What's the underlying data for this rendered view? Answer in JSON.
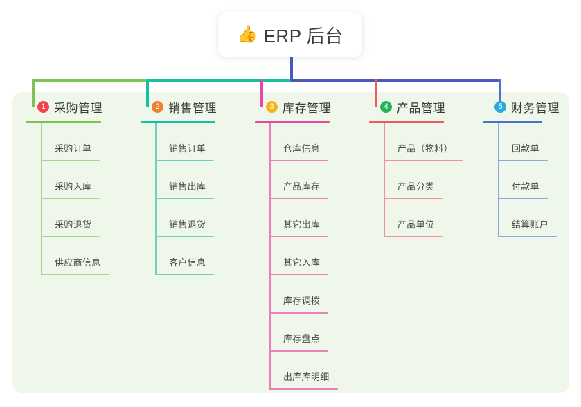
{
  "diagram": {
    "type": "mindmap",
    "root": {
      "emoji": "👍",
      "label": "ERP 后台"
    },
    "panel_background": "#eef7e9",
    "connector": {
      "stem_color": "#4a57be",
      "segments": [
        {
          "color": "#7dc353"
        },
        {
          "color": "#12c2a0"
        },
        {
          "color": "#4a57be"
        }
      ]
    },
    "branches": [
      {
        "index": "1",
        "title": "采购管理",
        "badge_color": "#f2434f",
        "line_color": "#7dc353",
        "leaf_line_color": "#a8d58a",
        "children": [
          {
            "label": "采购订单",
            "rule_width": 85
          },
          {
            "label": "采购入库",
            "rule_width": 85
          },
          {
            "label": "采购退货",
            "rule_width": 85
          },
          {
            "label": "供应商信息",
            "rule_width": 99
          }
        ]
      },
      {
        "index": "2",
        "title": "销售管理",
        "badge_color": "#f0802e",
        "line_color": "#12c2a0",
        "leaf_line_color": "#71cfc0",
        "children": [
          {
            "label": "销售订单",
            "rule_width": 85
          },
          {
            "label": "销售出库",
            "rule_width": 85
          },
          {
            "label": "销售退货",
            "rule_width": 85
          },
          {
            "label": "客户信息",
            "rule_width": 85
          }
        ]
      },
      {
        "index": "3",
        "title": "库存管理",
        "badge_color": "#f4b31a",
        "line_color": "#e8499e",
        "leaf_line_color": "#e981b9",
        "children": [
          {
            "label": "仓库信息",
            "rule_width": 85
          },
          {
            "label": "产品库存",
            "rule_width": 85
          },
          {
            "label": "其它出库",
            "rule_width": 85
          },
          {
            "label": "其它入库",
            "rule_width": 85
          },
          {
            "label": "库存调拨",
            "rule_width": 85
          },
          {
            "label": "库存盘点",
            "rule_width": 85
          },
          {
            "label": "出库库明细",
            "rule_width": 99
          }
        ]
      },
      {
        "index": "4",
        "title": "产品管理",
        "badge_color": "#26b455",
        "line_color": "#f2595f",
        "leaf_line_color": "#f39098",
        "children": [
          {
            "label": "产品（物料）",
            "rule_width": 114
          },
          {
            "label": "产品分类",
            "rule_width": 85
          },
          {
            "label": "产品单位",
            "rule_width": 85
          }
        ]
      },
      {
        "index": "5",
        "title": "财务管理",
        "badge_color": "#29a9e0",
        "line_color": "#4a72c8",
        "leaf_line_color": "#8aa8dd",
        "children": [
          {
            "label": "回款单",
            "rule_width": 72
          },
          {
            "label": "付款单",
            "rule_width": 72
          },
          {
            "label": "结算账户",
            "rule_width": 85
          }
        ]
      }
    ]
  }
}
